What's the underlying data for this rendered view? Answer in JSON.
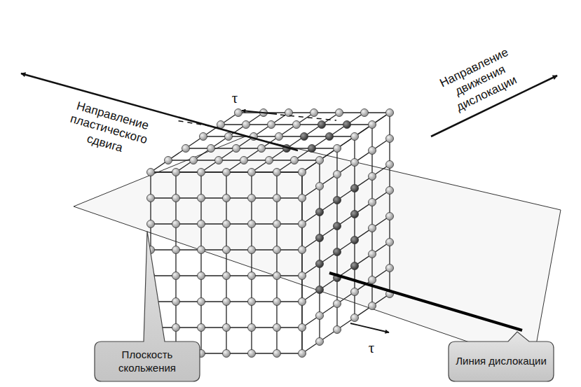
{
  "diagram": {
    "nodes": [
      {
        "text": [
          "Плоскость скольжения"
        ]
      },
      {
        "text": [
          "Линия дислокации"
        ]
      }
    ],
    "labels": [
      "Направление пластического сдвига",
      "Направление движения дислокации",
      "τ",
      "τ"
    ]
  }
}
